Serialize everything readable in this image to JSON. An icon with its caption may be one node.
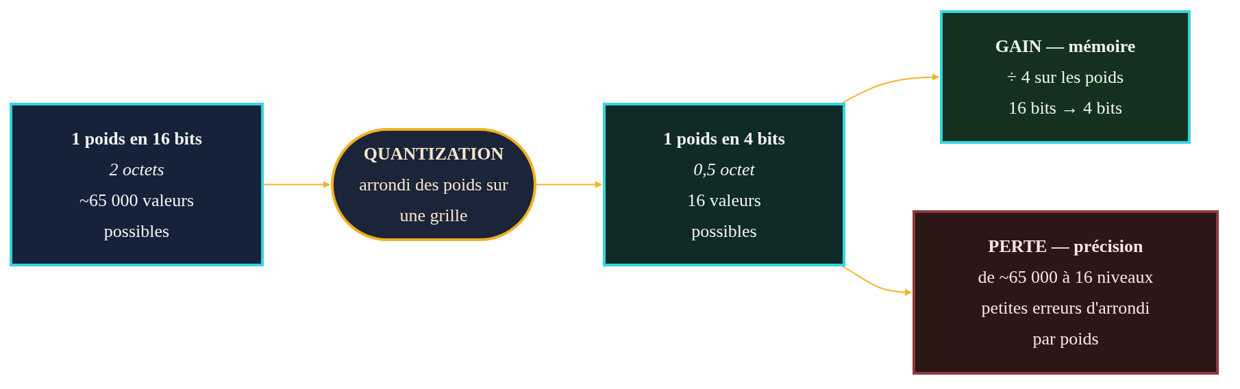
{
  "diagram": {
    "nodes": [
      {
        "text": [
          "1 poids en 16 bits",
          "2 octets",
          "~65 000 valeurs possibles"
        ]
      },
      {
        "text": [
          "QUANTIZATION",
          "arrondi des poids sur une grille"
        ]
      },
      {
        "text": [
          "1 poids en 4 bits",
          "0,5 octet",
          "16 valeurs possibles"
        ]
      },
      {
        "text": [
          "GAIN — mémoire",
          "÷ 4 sur les poids",
          "16 bits → 4 bits"
        ]
      },
      {
        "text": [
          "PERTE — précision",
          "de ~65 000 à 16 niveaux",
          "petites erreurs d'arrondi par poids"
        ]
      }
    ],
    "edges": [
      {
        "from": 0,
        "to": 1,
        "arrow": "to"
      },
      {
        "from": 1,
        "to": 2,
        "arrow": "to"
      },
      {
        "from": 2,
        "to": 3,
        "arrow": "to"
      },
      {
        "from": 2,
        "to": 4,
        "arrow": "to"
      }
    ]
  }
}
